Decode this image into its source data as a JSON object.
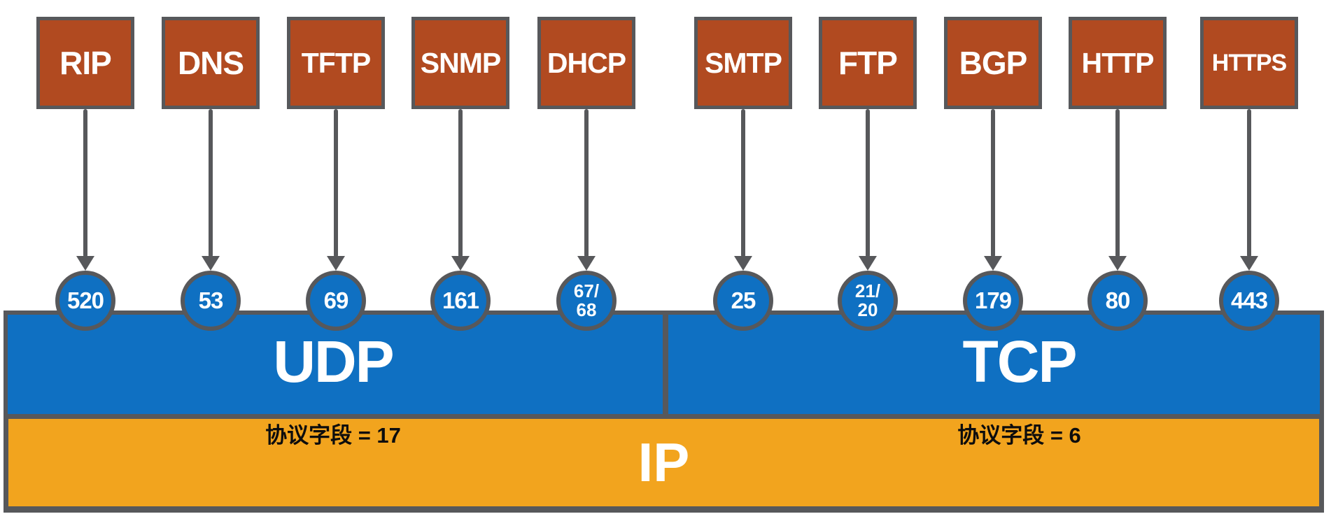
{
  "columns": [
    {
      "protocol": "RIP",
      "port": "520",
      "port_line1": "520"
    },
    {
      "protocol": "DNS",
      "port": "53",
      "port_line1": "53"
    },
    {
      "protocol": "TFTP",
      "port": "69",
      "port_line1": "69"
    },
    {
      "protocol": "SNMP",
      "port": "161",
      "port_line1": "161"
    },
    {
      "protocol": "DHCP",
      "port": "67/68",
      "port_line1": "67/",
      "port_line2": "68"
    },
    {
      "protocol": "SMTP",
      "port": "25",
      "port_line1": "25"
    },
    {
      "protocol": "FTP",
      "port": "21/20",
      "port_line1": "21/",
      "port_line2": "20"
    },
    {
      "protocol": "BGP",
      "port": "179",
      "port_line1": "179"
    },
    {
      "protocol": "HTTP",
      "port": "80",
      "port_line1": "80"
    },
    {
      "protocol": "HTTPS",
      "port": "443",
      "port_line1": "443"
    }
  ],
  "transport": {
    "udp_label": "UDP",
    "tcp_label": "TCP"
  },
  "network": {
    "ip_label": "IP",
    "udp_protocol_field": "协议字段 = 17",
    "tcp_protocol_field": "协议字段 = 6"
  },
  "colors": {
    "protocol_box_fill": "#b14a20",
    "port_circle_fill": "#0f70c2",
    "transport_bar_fill": "#0f70c2",
    "ip_bar_fill": "#f2a41e",
    "border_gray": "#57585b",
    "field_text_black": "#0d0d0d"
  }
}
